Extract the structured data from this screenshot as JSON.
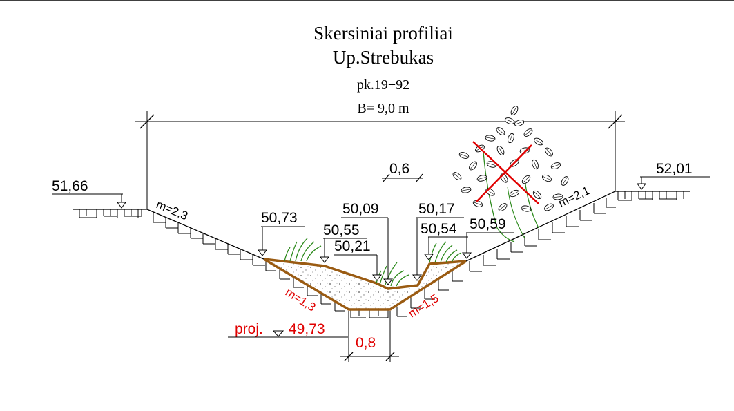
{
  "title": {
    "line1": "Skersiniai profiliai",
    "line2": "Up.Strebukas",
    "picket": "pk.19+92",
    "width": "B= 9,0 m"
  },
  "elevations": {
    "left_bank": "51,66",
    "right_bank": "52,01",
    "left_slope_top": "50,73",
    "left_berm": "50,55",
    "left_low": "50,21",
    "bottom": "50,09",
    "right_low": "50,17",
    "right_berm": "50,54",
    "right_slope_top": "50,59"
  },
  "slopes": {
    "left_upper": "m=2,3",
    "right_upper": "m=2,1",
    "left_lower": "m=1,3",
    "right_lower": "m=1,5"
  },
  "dimensions": {
    "channel_width": "0,6",
    "bottom_width": "0,8"
  },
  "project": {
    "label": "proj.",
    "elevation": "49,73"
  },
  "colors": {
    "projected": "#e00000",
    "existing_profile": "#9a5b12",
    "vegetation": "#2e8b1e"
  },
  "icons": {
    "tree": "tree-to-remove-icon",
    "removal_mark": "red-cross-icon",
    "level_marker": "elevation-triangle-icon"
  }
}
